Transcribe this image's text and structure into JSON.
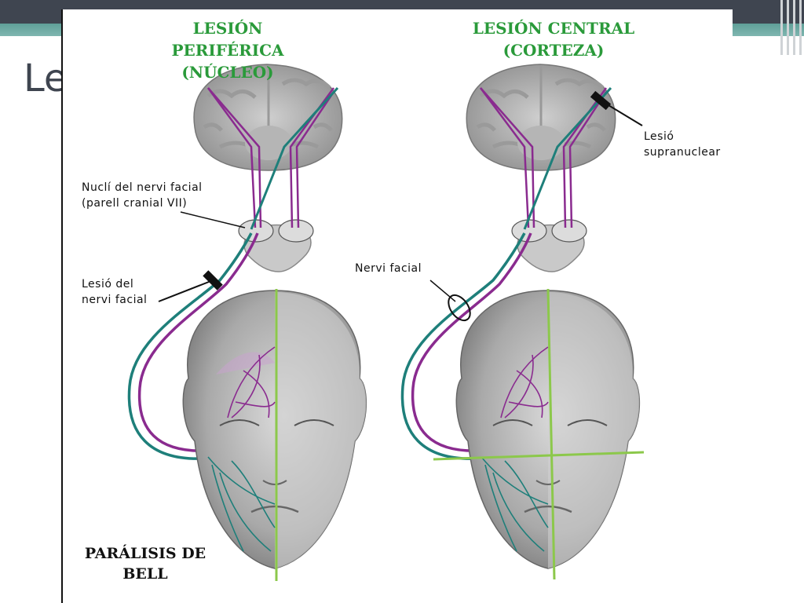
{
  "slide": {
    "title": "Le"
  },
  "diagram": {
    "left_heading": [
      "LESIÓN PERIFÉRICA",
      "(NÚCLEO)"
    ],
    "right_heading": [
      "LESIÓN CENTRAL",
      "(CORTEZA)"
    ],
    "labels": {
      "nuclei": [
        "Nuclí del nervi facial",
        "(parell cranial VII)"
      ],
      "nerve_lesion": [
        "Lesió del",
        "nervi facial"
      ],
      "facial_nerve": "Nervi facial",
      "supranuclear": [
        "Lesió",
        "supranuclear"
      ]
    },
    "bell": [
      "PARÁLISIS DE",
      "BELL"
    ],
    "colors": {
      "upper_neuron": "#8a2b8f",
      "lower_neuron": "#1e7f7a",
      "midline": "#8cc84b",
      "heading": "#2a9a3a"
    }
  }
}
